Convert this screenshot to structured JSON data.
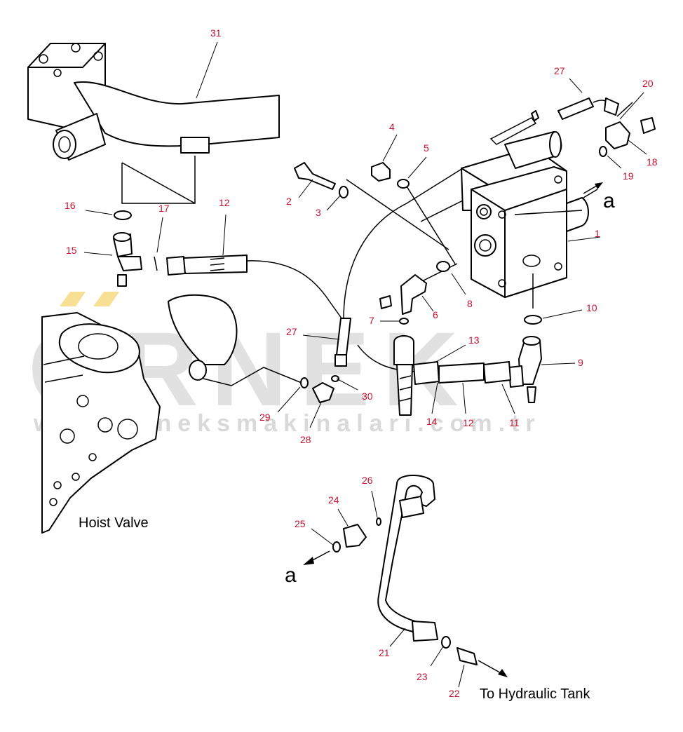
{
  "labels": {
    "hoist_valve": "Hoist Valve",
    "to_hydraulic_tank": "To Hydraulic Tank",
    "connection_a_top": "a",
    "connection_a_bottom": "a"
  },
  "watermark": {
    "brand": "ÖRNEK",
    "url": "www.orneksmakinalari.com.tr",
    "color": "#c9c9c9",
    "accent": "#f2c94c"
  },
  "callout_color": "#c8102e",
  "callouts": [
    "31",
    "27",
    "20",
    "4",
    "5",
    "18",
    "19",
    "2",
    "3",
    "16",
    "17",
    "12",
    "15",
    "1",
    "8",
    "6",
    "7",
    "10",
    "27",
    "13",
    "9",
    "30",
    "29",
    "28",
    "14",
    "12",
    "11",
    "26",
    "24",
    "25",
    "21",
    "23",
    "22"
  ]
}
